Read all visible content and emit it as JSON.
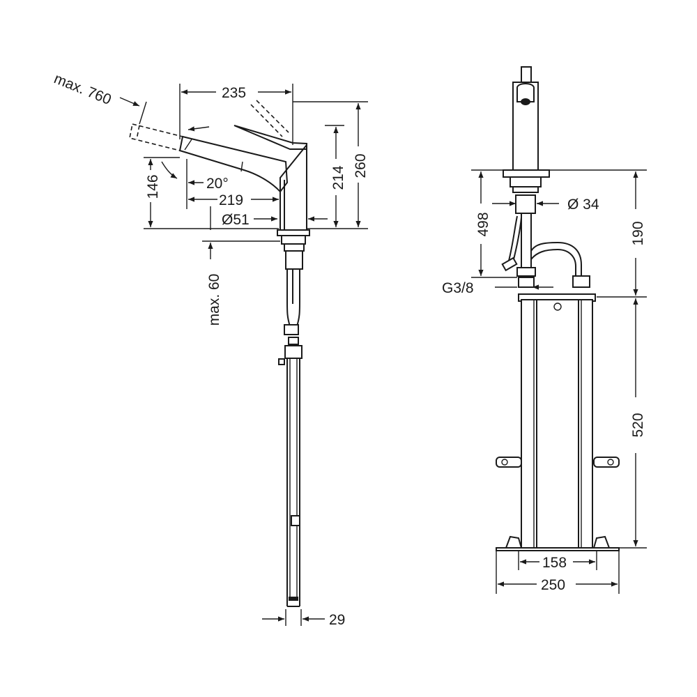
{
  "diagram": {
    "side_view": {
      "pullout_max": "max. 760",
      "spout_reach": "235",
      "spout_height": "260",
      "outlet_height": "214",
      "head_height": "146",
      "tilt_angle": "20°",
      "head_reach": "219",
      "base_diameter": "Ø51",
      "counter_thickness": "max. 60",
      "hose_width": "29"
    },
    "front_view": {
      "shank_length": "498",
      "shank_diameter": "Ø 34",
      "connection_thread": "G3/8",
      "upper_height": "190",
      "box_height": "520",
      "box_inner_width": "158",
      "box_outer_width": "250"
    }
  }
}
